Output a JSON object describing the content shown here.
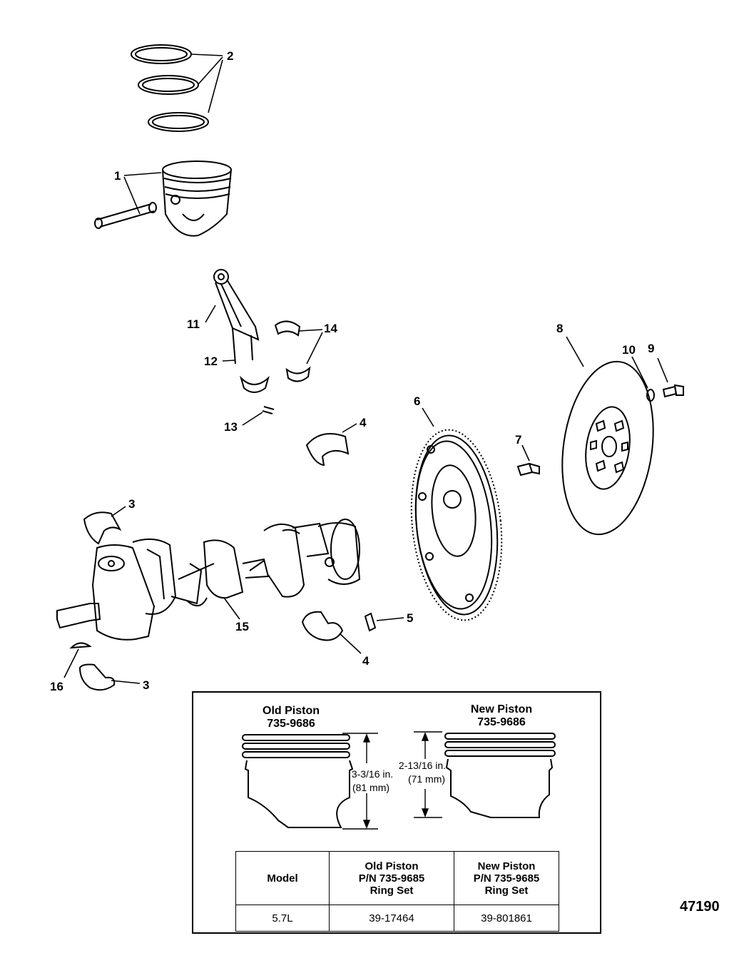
{
  "callouts": {
    "c1": "1",
    "c2": "2",
    "c3a": "3",
    "c3b": "3",
    "c4a": "4",
    "c4b": "4",
    "c5": "5",
    "c6": "6",
    "c7": "7",
    "c8": "8",
    "c9": "9",
    "c10": "10",
    "c11": "11",
    "c12": "12",
    "c13": "13",
    "c14": "14",
    "c15": "15",
    "c16": "16"
  },
  "inset": {
    "old_piston": {
      "title": "Old Piston",
      "part_no": "735-9686"
    },
    "new_piston": {
      "title": "New Piston",
      "part_no": "735-9686"
    },
    "old_dim": {
      "inches": "3-3/16 in.",
      "mm": "(81 mm)"
    },
    "new_dim": {
      "inches": "2-13/16 in.",
      "mm": "(71 mm)"
    }
  },
  "table": {
    "headers": {
      "model": "Model",
      "old": [
        "Old Piston",
        "P/N 735-9685",
        "Ring Set"
      ],
      "new": [
        "New Piston",
        "P/N 735-9685",
        "Ring Set"
      ]
    },
    "rows": [
      {
        "model": "5.7L",
        "old": "39-17464",
        "new": "39-801861"
      }
    ]
  },
  "figure_number": "47190"
}
